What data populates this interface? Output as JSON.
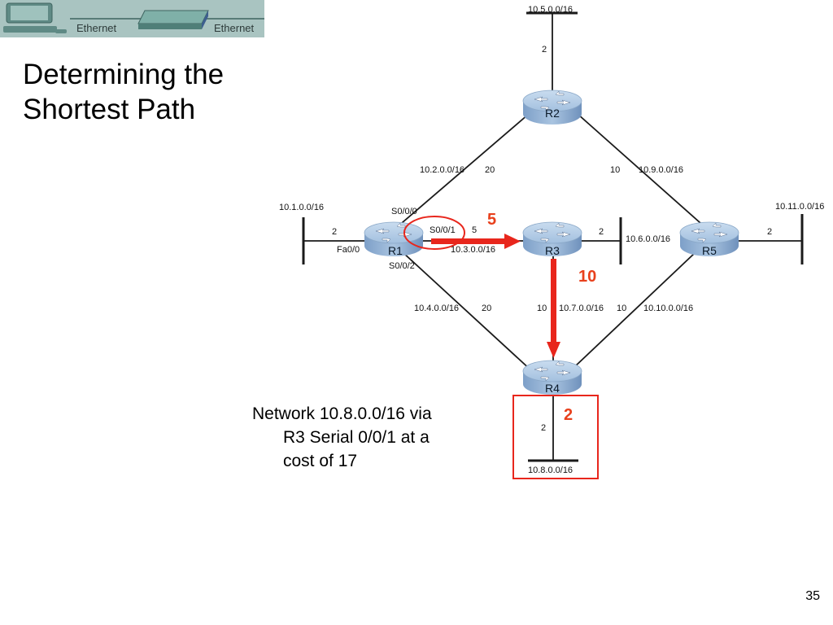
{
  "banner": {
    "label_left": "Ethernet",
    "label_right": "Ethernet",
    "icons": [
      "pc-icon",
      "switch-icon"
    ]
  },
  "slide": {
    "title_line1": "Determining the",
    "title_line2": "Shortest Path",
    "caption_line1": "Network 10.8.0.0/16 via",
    "caption_line2": "R3 Serial 0/0/1 at a",
    "caption_line3": "cost of 17",
    "page_number": "35"
  },
  "routers": {
    "r1": "R1",
    "r2": "R2",
    "r3": "R3",
    "r4": "R4",
    "r5": "R5"
  },
  "networks": {
    "n1": "10.1.0.0/16",
    "n2": "10.2.0.0/16",
    "n3": "10.3.0.0/16",
    "n4": "10.4.0.0/16",
    "n5": "10.5.0.0/16",
    "n6": "10.6.0.0/16",
    "n7": "10.7.0.0/16",
    "n8": "10.8.0.0/16",
    "n9": "10.9.0.0/16",
    "n10": "10.10.0.0/16",
    "n11": "10.11.0.0/16"
  },
  "interfaces": {
    "r1_s000": "S0/0/0",
    "r1_s001": "S0/0/1",
    "r1_s002": "S0/0/2",
    "r1_fa00": "Fa0/0"
  },
  "costs": {
    "r1_lan": "2",
    "r1_r2": "20",
    "r1_r3": "5",
    "r1_r4": "20",
    "r2_lan": "2",
    "r2_r5": "10",
    "r3_lan": "2",
    "r3_r4": "10",
    "r5_r4": "10",
    "r5_lan": "2",
    "r4_lan": "2"
  },
  "highlight": {
    "color": "#e8261c",
    "cost_r1_r3": "5",
    "cost_r3_r4": "10",
    "cost_r4_lan": "2"
  }
}
